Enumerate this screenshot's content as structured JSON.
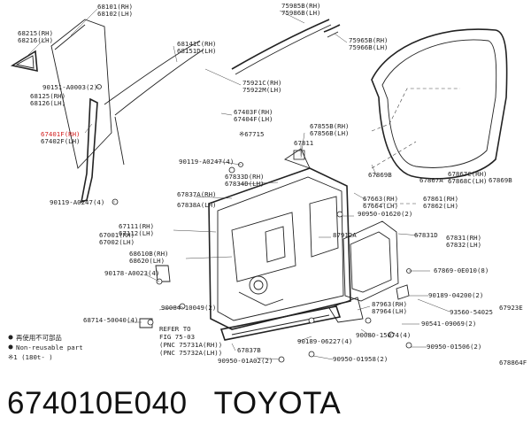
{
  "callouts": {
    "c68101": "68101(RH)",
    "c68102": "68102(LH)",
    "c68215": "68215(RH)",
    "c68216": "68216(LH)",
    "c75985": "75985B(RH)",
    "c75986": "75986B(LH)",
    "c75965": "75965B(RH)",
    "c75966": "75966B(LH)",
    "c68141": "68141C(RH)",
    "c68151": "68151D(LH)",
    "c90151": "90151-A0003(2)",
    "c68125": "68125(RH)",
    "c68126": "68126(LH)",
    "c75921": "75921C(RH)",
    "c75922": "75922M(LH)",
    "c67403": "67403F(RH)",
    "c67404": "67404F(LH)",
    "c67401": "67401F(RH)",
    "c67402": "67402F(LH)",
    "c67715": "※67715",
    "c67855": "67855B(RH)",
    "c67856": "67856B(LH)",
    "c67811": "67811",
    "c90119a": "90119-A0247(4)",
    "c67869b1": "67869B",
    "c67867": "67867A",
    "c67867c": "67867C(RH)",
    "c67868c": "67868C(LH)",
    "c67869b2": "67869B",
    "c67833": "67833D(RH)",
    "c67834": "67834D(LH)",
    "c90119b": "90119-A0247(4)",
    "c67837a": "67837A(RH)",
    "c67838a": "67838A(LH)",
    "c67663": "67663(RH)",
    "c67664": "67664(LH)",
    "c67861": "67861(RH)",
    "c67862": "67862(LH)",
    "c90950a": "90950-01620(2)",
    "c67111": "67111(RH)",
    "c67112": "67112(LH)",
    "c67001": "67001(RH)",
    "c67002": "67002(LH)",
    "c87912": "87912A",
    "c67831": "67831D",
    "c67831b": "67831(RH)",
    "c67832": "67832(LH)",
    "c68610": "68610B(RH)",
    "c68620": "68620(LH)",
    "c67869e": "67869-0E010(8)",
    "c90178": "90178-A0023(4)",
    "c90189a": "90189-04200(2)",
    "c67923": "67923E",
    "c93560": "93560-54025",
    "c87963": "87963(RH)",
    "c87964": "87964(LH)",
    "c90084": "90084-10049(2)",
    "c68714": "68714-50040(4)",
    "c90541": "90541-09069(2)",
    "c90080": "90080-15074(4)",
    "c90189b": "90189-06227(4)",
    "c90950b": "90950-01506(2)",
    "c67837": "67837B",
    "c90950c": "90950-01A02(2)",
    "c90950d": "90950-01958(2)",
    "refer1": "REFER TO",
    "refer2": "FIG 75-03",
    "refer3": "(PNC 75731A(RH))",
    "refer4": "(PNC 75732A(LH))"
  },
  "legend": {
    "jp": "再使用不可部品",
    "en": "Non-reusable part",
    "note": "※1 (180t-     )"
  },
  "figure_id": "678864F",
  "caption": {
    "part_number": "674010E040",
    "brand": "TOYOTA"
  },
  "colors": {
    "highlight": "#d21f1f",
    "ink": "#222222"
  }
}
